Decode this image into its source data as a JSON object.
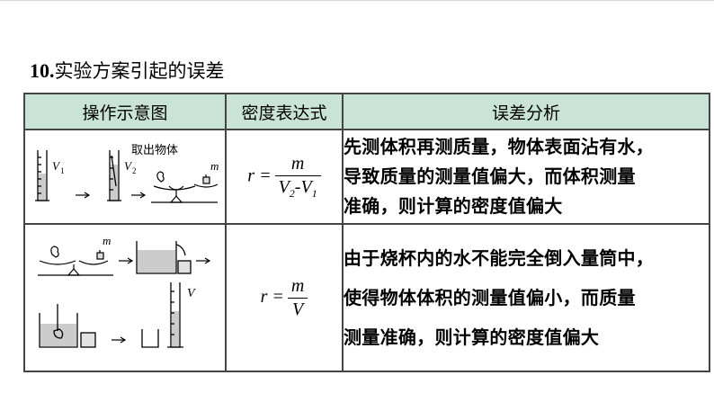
{
  "title": {
    "number": "10.",
    "text": "实验方案引起的误差"
  },
  "table": {
    "headers": [
      "操作示意图",
      "密度表达式",
      "误差分析"
    ],
    "rows": [
      {
        "diagram_labels": {
          "v1": "V",
          "v1_sub": "1",
          "v2": "V",
          "v2_sub": "2",
          "take_out": "取出物体",
          "m": "m"
        },
        "formula": {
          "lhs": "r =",
          "numerator": "m",
          "den_a": "V",
          "den_a_sub": "2",
          "den_sep": "-",
          "den_b": "V",
          "den_b_sub": "1"
        },
        "analysis_lines": [
          "先测体积再测质量，物体表面沾有水，",
          "导致质量的测量值偏大，而体积测量",
          "准确，则计算的密度值偏大"
        ]
      },
      {
        "diagram_labels": {
          "m": "m",
          "v": "V"
        },
        "formula": {
          "lhs": "r =",
          "numerator": "m",
          "denominator": "V"
        },
        "analysis_lines": [
          "由于烧杯内的水不能完全倒入量筒中，",
          "使得物体体积的测量值偏小，而质量",
          "测量准确，则计算的密度值偏大"
        ]
      }
    ]
  },
  "colors": {
    "header_bg": "#c9e3d6",
    "border": "#444444"
  }
}
